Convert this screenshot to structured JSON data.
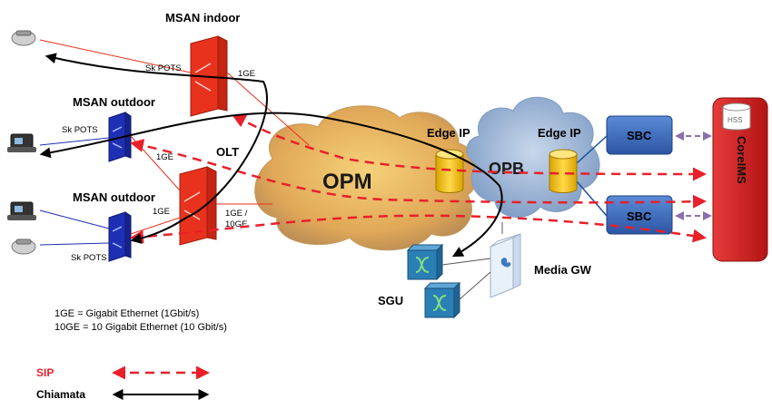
{
  "labels": {
    "msan_indoor": "MSAN indoor",
    "msan_outdoor_top": "MSAN outdoor",
    "msan_outdoor_bottom": "MSAN outdoor",
    "olt": "OLT",
    "opm": "OPM",
    "opb": "OPB",
    "edge_ip_left": "Edge IP",
    "edge_ip_right": "Edge IP",
    "sbc_top": "SBC",
    "sbc_bottom": "SBC",
    "core_ims": "CoreIMS",
    "hss": "HSS",
    "media_gw": "Media GW",
    "sgu": "SGU",
    "link_1ge_indoor": "1GE",
    "link_1ge_outdoor": "1GE",
    "link_1ge_olt": "1GE",
    "link_1ge_10ge": "1GE /",
    "link_10ge": "10GE",
    "sk_pots_indoor": "Sk POTS",
    "sk_pots_outdoor_top": "Sk POTS",
    "sk_pots_outdoor_bottom": "Sk POTS"
  },
  "legend": {
    "line1": "1GE = Gigabit Ethernet (1Gbit/s)",
    "line2": "10GE = 10 Gigabit Ethernet (10 Gbit/s)",
    "sip": "SIP",
    "chiamata": "Chiamata"
  },
  "colors": {
    "sip": "#e8202a",
    "call": "#000000",
    "msan": "#e8321e",
    "olt": "#e8321e",
    "msan_outdoor": "#1e2fb4",
    "cloud_opm": "#e8b25a",
    "cloud_opb": "#9fb8d8",
    "edge": "#f2c21a",
    "sbc": "#3f6fc0",
    "core": "#d91e1e",
    "sgu": "#2a7fb5"
  }
}
